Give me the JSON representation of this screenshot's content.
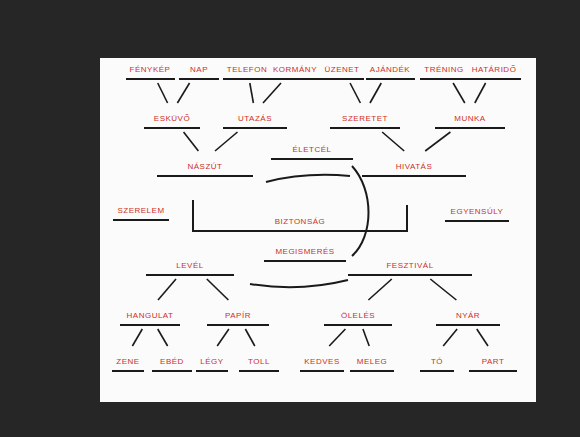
{
  "diagram": {
    "nodes": [
      {
        "text": [
          "FÉNYKÉP"
        ]
      },
      {
        "text": [
          "NAP"
        ]
      },
      {
        "text": [
          "TELEFON"
        ]
      },
      {
        "text": [
          "KORMÁNY"
        ]
      },
      {
        "text": [
          "ÜZENET"
        ]
      },
      {
        "text": [
          "AJÁNDÉK"
        ]
      },
      {
        "text": [
          "TRÉNING"
        ]
      },
      {
        "text": [
          "HATÁRIDŐ"
        ]
      },
      {
        "text": [
          "ESKÜVŐ"
        ]
      },
      {
        "text": [
          "UTAZÁS"
        ]
      },
      {
        "text": [
          "SZERETET"
        ]
      },
      {
        "text": [
          "MUNKA"
        ]
      },
      {
        "text": [
          "NÁSZÚT"
        ]
      },
      {
        "text": [
          "ÉLETCÉL"
        ]
      },
      {
        "text": [
          "HIVATÁS"
        ]
      },
      {
        "text": [
          "SZERELEM"
        ]
      },
      {
        "text": [
          "BIZTONSÁG"
        ]
      },
      {
        "text": [
          "EGYENSÚLY"
        ]
      },
      {
        "text": [
          "MEGISMERÉS"
        ]
      },
      {
        "text": [
          "LEVÉL"
        ]
      },
      {
        "text": [
          "FESZTIVÁL"
        ]
      },
      {
        "text": [
          "HANGULAT"
        ]
      },
      {
        "text": [
          "PAPÍR"
        ]
      },
      {
        "text": [
          "ÖLELÉS"
        ]
      },
      {
        "text": [
          "NYÁR"
        ]
      },
      {
        "text": [
          "ZENE"
        ]
      },
      {
        "text": [
          "EBÉD"
        ]
      },
      {
        "text": [
          "LÉGY"
        ]
      },
      {
        "text": [
          "TOLL"
        ]
      },
      {
        "text": [
          "KEDVES"
        ]
      },
      {
        "text": [
          "MELEG"
        ]
      },
      {
        "text": [
          "TÓ"
        ]
      },
      {
        "text": [
          "PART"
        ]
      }
    ],
    "edges": [
      {
        "from": 0,
        "to": 8,
        "arrow": "none"
      },
      {
        "from": 1,
        "to": 8,
        "arrow": "none"
      },
      {
        "from": 2,
        "to": 9,
        "arrow": "none"
      },
      {
        "from": 3,
        "to": 9,
        "arrow": "none"
      },
      {
        "from": 4,
        "to": 10,
        "arrow": "none"
      },
      {
        "from": 5,
        "to": 10,
        "arrow": "none"
      },
      {
        "from": 6,
        "to": 11,
        "arrow": "none"
      },
      {
        "from": 7,
        "to": 11,
        "arrow": "none"
      },
      {
        "from": 8,
        "to": 12,
        "arrow": "none"
      },
      {
        "from": 9,
        "to": 12,
        "arrow": "none"
      },
      {
        "from": 10,
        "to": 14,
        "arrow": "none"
      },
      {
        "from": 11,
        "to": 14,
        "arrow": "none"
      },
      {
        "from": 19,
        "to": 21,
        "arrow": "none"
      },
      {
        "from": 19,
        "to": 22,
        "arrow": "none"
      },
      {
        "from": 20,
        "to": 23,
        "arrow": "none"
      },
      {
        "from": 20,
        "to": 24,
        "arrow": "none"
      },
      {
        "from": 21,
        "to": 25,
        "arrow": "none"
      },
      {
        "from": 21,
        "to": 26,
        "arrow": "none"
      },
      {
        "from": 22,
        "to": 27,
        "arrow": "none"
      },
      {
        "from": 22,
        "to": 28,
        "arrow": "none"
      },
      {
        "from": 23,
        "to": 29,
        "arrow": "none"
      },
      {
        "from": 23,
        "to": 30,
        "arrow": "none"
      },
      {
        "from": 24,
        "to": 31,
        "arrow": "none"
      },
      {
        "from": 24,
        "to": 32,
        "arrow": "none"
      }
    ]
  }
}
